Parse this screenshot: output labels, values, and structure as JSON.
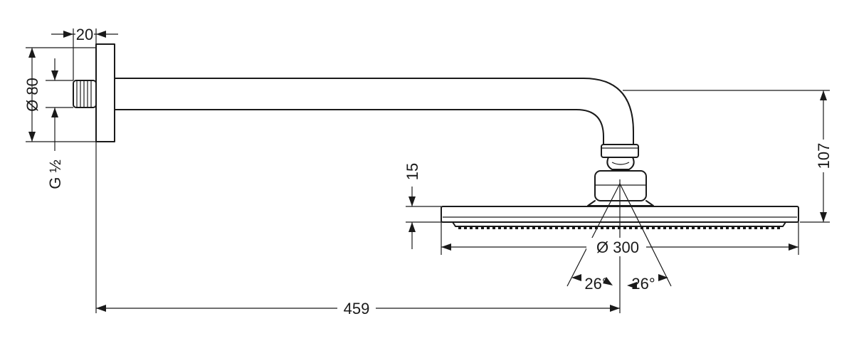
{
  "dimensions": {
    "wall_flange_thickness": "20",
    "flange_diameter": "Ø 80",
    "thread": "G ½",
    "head_thickness": "15",
    "arm_drop_height": "107",
    "head_diameter": "Ø 300",
    "spray_angle_left": "26°",
    "spray_angle_right": "26°",
    "projection_length": "459"
  }
}
